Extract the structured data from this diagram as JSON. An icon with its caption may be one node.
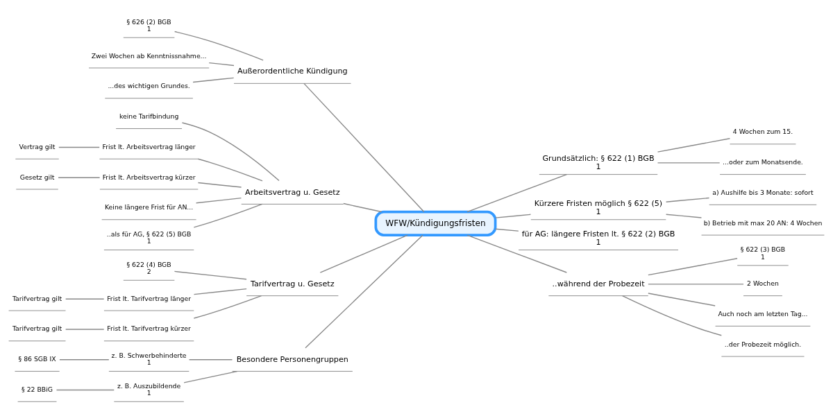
{
  "diagram": {
    "nodes": [
      {
        "text": [
          "WFW/Kündigungsfristen"
        ]
      },
      {
        "text": [
          "Außerordentliche Kündigung"
        ]
      },
      {
        "text": [
          "§ 626 (2) BGB",
          "1"
        ]
      },
      {
        "text": [
          "Zwei Wochen ab Kenntnissnahme..."
        ]
      },
      {
        "text": [
          "...des wichtigen Grundes."
        ]
      },
      {
        "text": [
          "Arbeitsvertrag u. Gesetz"
        ]
      },
      {
        "text": [
          "keine Tarifbindung"
        ]
      },
      {
        "text": [
          "Frist lt. Arbeitsvertrag länger"
        ]
      },
      {
        "text": [
          "Vertrag gilt"
        ]
      },
      {
        "text": [
          "Frist lt. Arbeitsvertrag kürzer"
        ]
      },
      {
        "text": [
          "Gesetz gilt"
        ]
      },
      {
        "text": [
          "Keine längere Frist für AN..."
        ]
      },
      {
        "text": [
          "..als für AG, § 622 (5) BGB",
          "1"
        ]
      },
      {
        "text": [
          "Tarifvertrag u. Gesetz"
        ]
      },
      {
        "text": [
          "§ 622 (4) BGB",
          "2"
        ]
      },
      {
        "text": [
          "Frist lt. Tarifvertrag länger"
        ]
      },
      {
        "text": [
          "Tarifvertrag gilt"
        ]
      },
      {
        "text": [
          "Frist lt. Tarifvertrag kürzer"
        ]
      },
      {
        "text": [
          "Tarifvertrag gilt"
        ]
      },
      {
        "text": [
          "Besondere Personengruppen"
        ]
      },
      {
        "text": [
          "z. B. Schwerbehinderte",
          "1"
        ]
      },
      {
        "text": [
          "§ 86 SGB IX"
        ]
      },
      {
        "text": [
          "z. B. Auszubildende",
          "1"
        ]
      },
      {
        "text": [
          "§ 22 BBiG"
        ]
      },
      {
        "text": [
          "Grundsätzlich: § 622 (1) BGB",
          "1"
        ]
      },
      {
        "text": [
          "4 Wochen zum 15."
        ]
      },
      {
        "text": [
          "...oder zum Monatsende."
        ]
      },
      {
        "text": [
          "Kürzere Fristen möglich § 622 (5)",
          "1"
        ]
      },
      {
        "text": [
          "a) Aushilfe bis 3 Monate: sofort"
        ]
      },
      {
        "text": [
          "b) Betrieb mit max 20 AN: 4 Wochen"
        ]
      },
      {
        "text": [
          "für AG: längere Fristen lt. § 622 (2) BGB",
          "1"
        ]
      },
      {
        "text": [
          "..während der Probezeit"
        ]
      },
      {
        "text": [
          "§ 622 (3) BGB",
          "1"
        ]
      },
      {
        "text": [
          "2 Wochen"
        ]
      },
      {
        "text": [
          "Auch noch am letzten Tag..."
        ]
      },
      {
        "text": [
          "..der Probezeit möglich."
        ]
      }
    ],
    "edges": [
      {
        "from": 1,
        "to": 0,
        "arrow": "none"
      },
      {
        "from": 2,
        "to": 1,
        "arrow": "none"
      },
      {
        "from": 3,
        "to": 1,
        "arrow": "none"
      },
      {
        "from": 4,
        "to": 1,
        "arrow": "none"
      },
      {
        "from": 5,
        "to": 0,
        "arrow": "none"
      },
      {
        "from": 6,
        "to": 5,
        "arrow": "none"
      },
      {
        "from": 7,
        "to": 5,
        "arrow": "none"
      },
      {
        "from": 8,
        "to": 7,
        "arrow": "none"
      },
      {
        "from": 9,
        "to": 5,
        "arrow": "none"
      },
      {
        "from": 10,
        "to": 9,
        "arrow": "none"
      },
      {
        "from": 11,
        "to": 5,
        "arrow": "none"
      },
      {
        "from": 12,
        "to": 5,
        "arrow": "none"
      },
      {
        "from": 13,
        "to": 0,
        "arrow": "none"
      },
      {
        "from": 14,
        "to": 13,
        "arrow": "none"
      },
      {
        "from": 15,
        "to": 13,
        "arrow": "none"
      },
      {
        "from": 16,
        "to": 15,
        "arrow": "none"
      },
      {
        "from": 17,
        "to": 13,
        "arrow": "none"
      },
      {
        "from": 18,
        "to": 17,
        "arrow": "none"
      },
      {
        "from": 19,
        "to": 0,
        "arrow": "none"
      },
      {
        "from": 20,
        "to": 19,
        "arrow": "none"
      },
      {
        "from": 21,
        "to": 20,
        "arrow": "none"
      },
      {
        "from": 22,
        "to": 19,
        "arrow": "none"
      },
      {
        "from": 23,
        "to": 22,
        "arrow": "none"
      },
      {
        "from": 0,
        "to": 24,
        "arrow": "none"
      },
      {
        "from": 24,
        "to": 25,
        "arrow": "none"
      },
      {
        "from": 24,
        "to": 26,
        "arrow": "none"
      },
      {
        "from": 0,
        "to": 27,
        "arrow": "none"
      },
      {
        "from": 27,
        "to": 28,
        "arrow": "none"
      },
      {
        "from": 27,
        "to": 29,
        "arrow": "none"
      },
      {
        "from": 0,
        "to": 30,
        "arrow": "none"
      },
      {
        "from": 0,
        "to": 31,
        "arrow": "none"
      },
      {
        "from": 31,
        "to": 32,
        "arrow": "none"
      },
      {
        "from": 31,
        "to": 33,
        "arrow": "none"
      },
      {
        "from": 31,
        "to": 34,
        "arrow": "none"
      },
      {
        "from": 31,
        "to": 35,
        "arrow": "none"
      }
    ]
  }
}
